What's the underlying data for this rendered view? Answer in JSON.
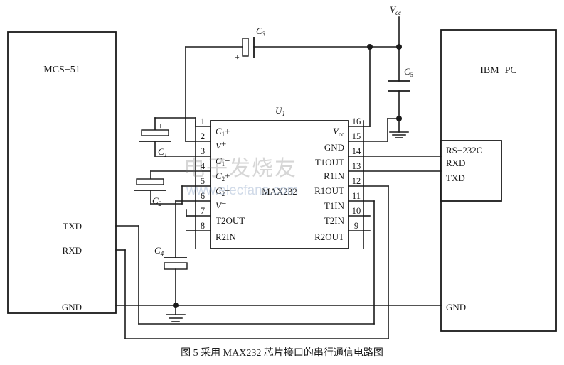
{
  "figure": {
    "caption": "图 5  采用 MAX232 芯片接口的串行通信电路图",
    "watermark_cn": "电子发烧友",
    "watermark_url": "www.elecfans.com"
  },
  "blocks": {
    "mcu": {
      "label": "MCS−51"
    },
    "pc": {
      "label": "IBM−PC"
    },
    "serial_port": {
      "lines": [
        "RS−232C",
        "RXD",
        "TXD"
      ]
    },
    "chip": {
      "ref": "U",
      "ref_sub": "1",
      "part": "MAX232"
    }
  },
  "mcu_ports": [
    {
      "label": "TXD"
    },
    {
      "label": "RXD"
    },
    {
      "label": "GND"
    }
  ],
  "pc_ports": [
    {
      "label": "GND"
    }
  ],
  "chip_pins_left": [
    {
      "num": "1",
      "name": "C",
      "sub": "1",
      "suffix": "+"
    },
    {
      "num": "2",
      "name": "V",
      "sub": "",
      "suffix": "+"
    },
    {
      "num": "3",
      "name": "C",
      "sub": "1",
      "suffix": "−"
    },
    {
      "num": "4",
      "name": "C",
      "sub": "2",
      "suffix": "+"
    },
    {
      "num": "5",
      "name": "C",
      "sub": "2",
      "suffix": "−"
    },
    {
      "num": "6",
      "name": "V",
      "sub": "",
      "suffix": "−"
    },
    {
      "num": "7",
      "name": "T2OUT",
      "sub": "",
      "suffix": ""
    },
    {
      "num": "8",
      "name": "R2IN",
      "sub": "",
      "suffix": ""
    }
  ],
  "chip_pins_right": [
    {
      "num": "16",
      "name": "V",
      "sub": "cc",
      "suffix": ""
    },
    {
      "num": "15",
      "name": "GND",
      "sub": "",
      "suffix": ""
    },
    {
      "num": "14",
      "name": "T1OUT",
      "sub": "",
      "suffix": ""
    },
    {
      "num": "13",
      "name": "R1IN",
      "sub": "",
      "suffix": ""
    },
    {
      "num": "12",
      "name": "R1OUT",
      "sub": "",
      "suffix": ""
    },
    {
      "num": "11",
      "name": "T1IN",
      "sub": "",
      "suffix": ""
    },
    {
      "num": "10",
      "name": "T2IN",
      "sub": "",
      "suffix": ""
    },
    {
      "num": "9",
      "name": "R2OUT",
      "sub": "",
      "suffix": ""
    }
  ],
  "capacitors": [
    {
      "id": "C1",
      "name": "C",
      "sub": "1",
      "polarity": "+"
    },
    {
      "id": "C2",
      "name": "C",
      "sub": "2",
      "polarity": "+"
    },
    {
      "id": "C3",
      "name": "C",
      "sub": "3",
      "polarity": "+"
    },
    {
      "id": "C4",
      "name": "C",
      "sub": "4",
      "polarity": "+"
    },
    {
      "id": "C5",
      "name": "C",
      "sub": "5",
      "polarity": ""
    }
  ],
  "supply": {
    "name": "V",
    "sub": "cc"
  },
  "colors": {
    "line": "#1a1a1a",
    "background": "#ffffff"
  }
}
